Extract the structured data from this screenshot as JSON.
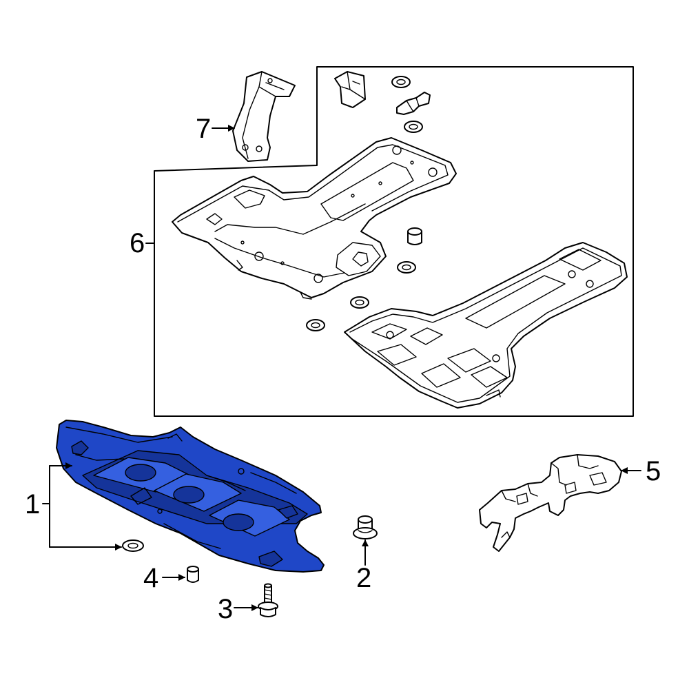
{
  "callouts": {
    "c1": "1",
    "c2": "2",
    "c3": "3",
    "c4": "4",
    "c5": "5",
    "c6": "6",
    "c7": "7"
  },
  "colors": {
    "highlight": "#1f47c7",
    "line": "#000000",
    "background": "#ffffff"
  }
}
